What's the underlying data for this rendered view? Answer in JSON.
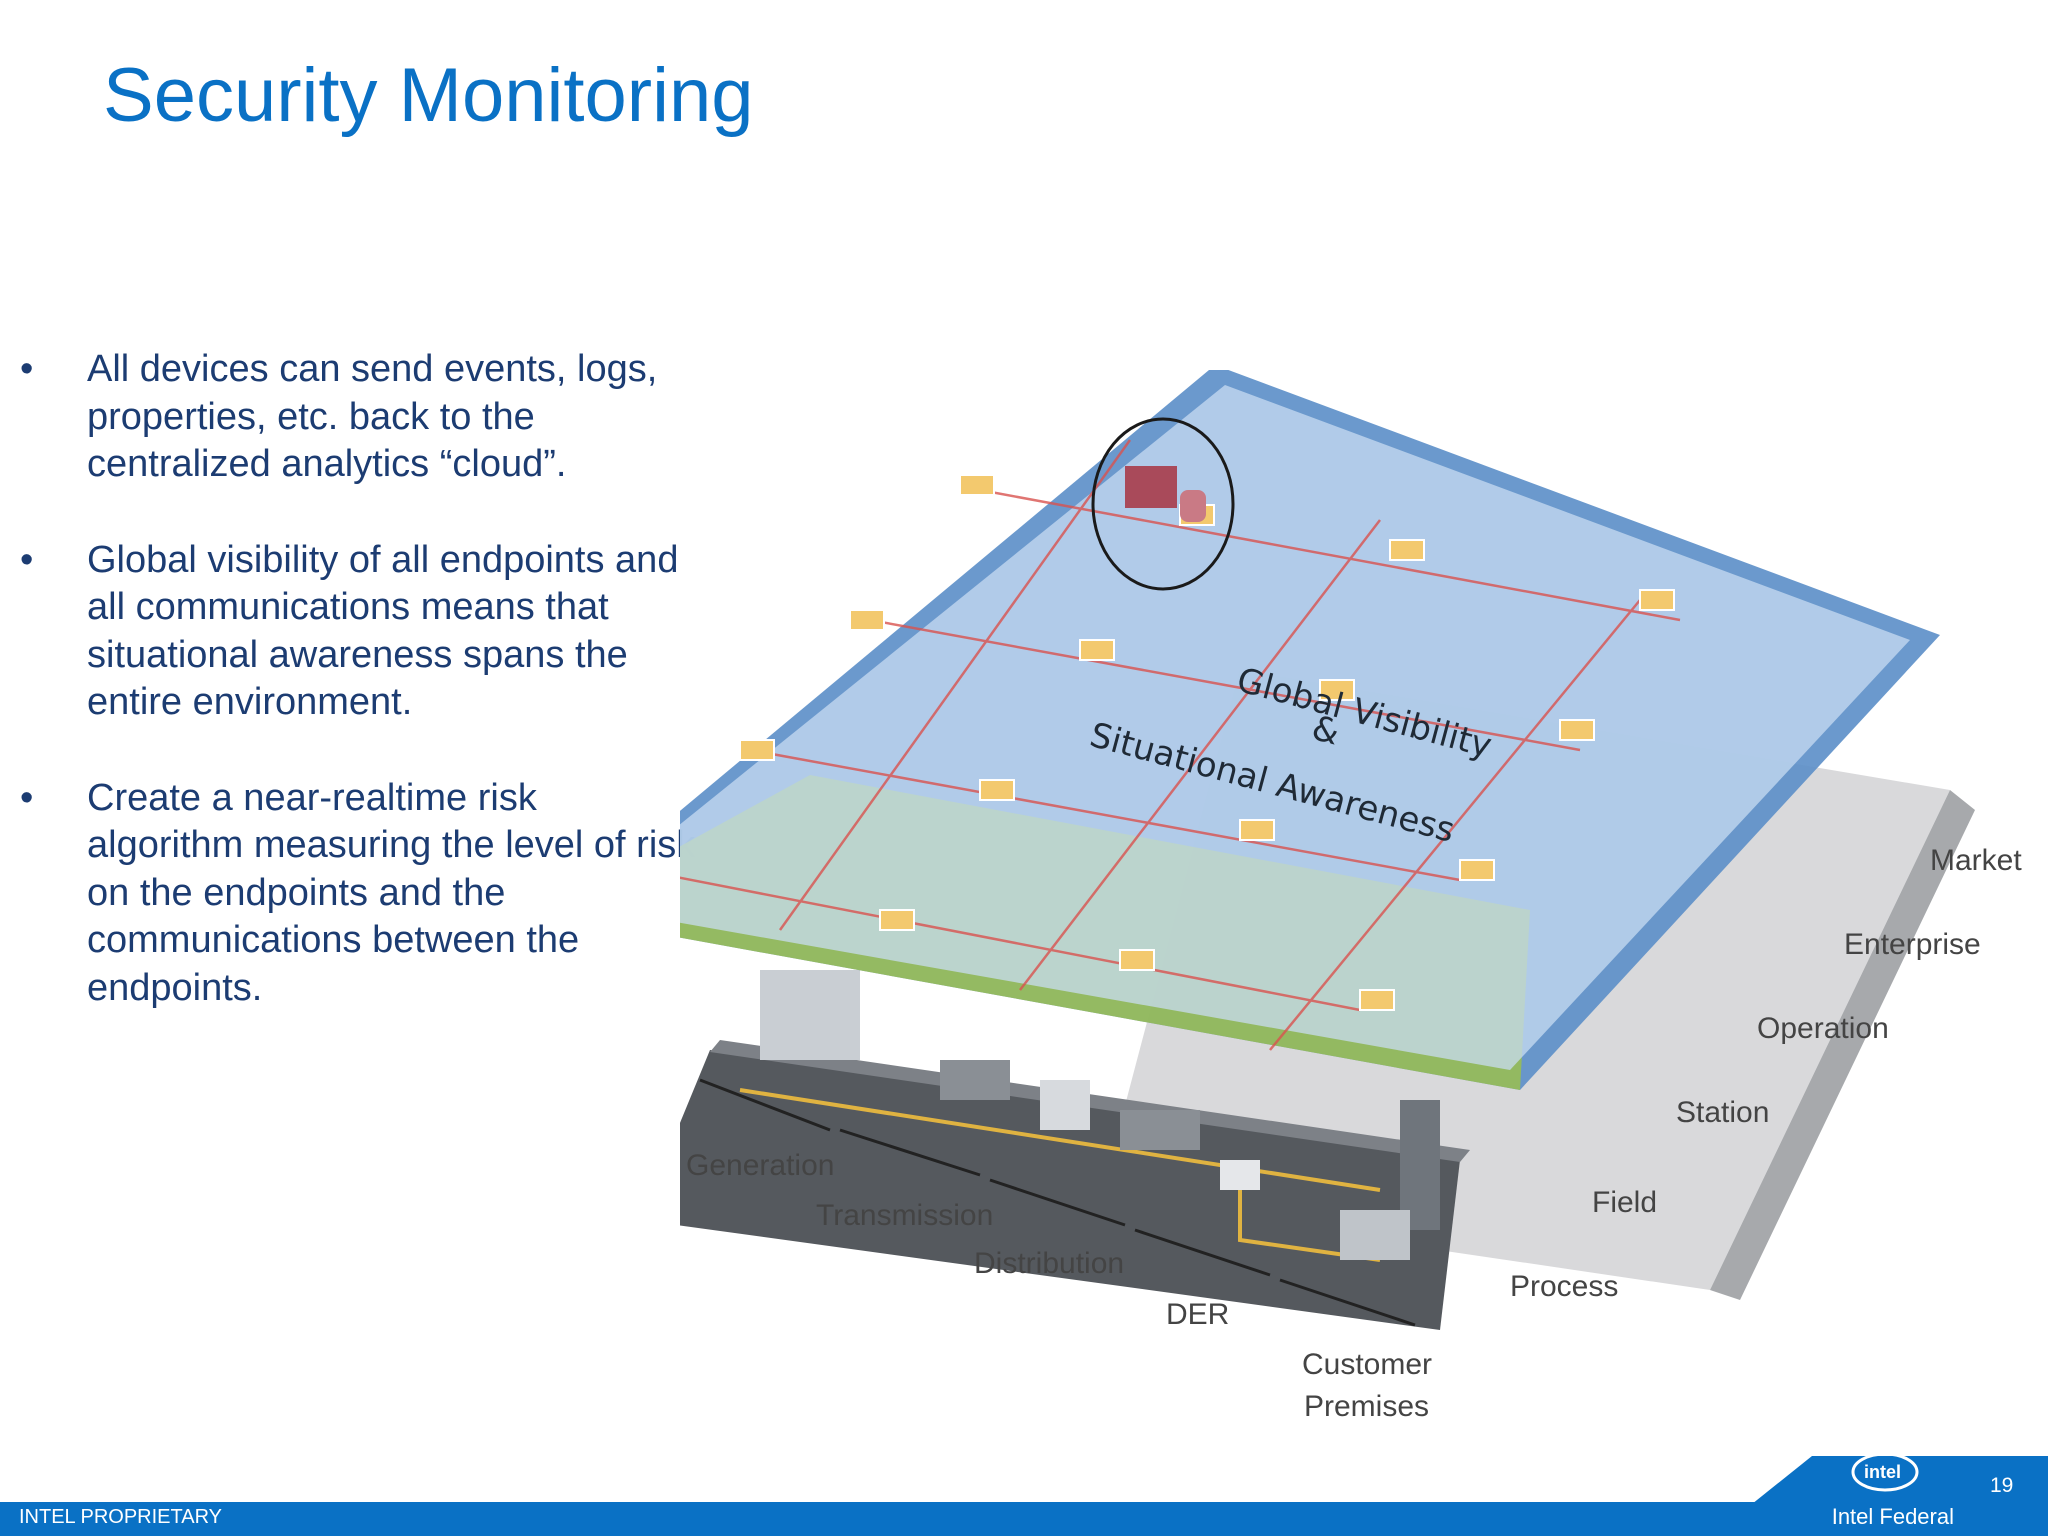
{
  "slide": {
    "title": "Security Monitoring",
    "bullets": [
      "All devices can send events, logs, properties, etc. back to the centralized analytics “cloud”.",
      "Global visibility of all endpoints and all communications means that situational awareness spans the entire environment.",
      "Create a near-realtime risk algorithm measuring the level of risk on the endpoints and the communications between the endpoints."
    ],
    "bullet_symbol": "•"
  },
  "diagram": {
    "overlay_line1": "Global Visibility",
    "overlay_line2": "&",
    "overlay_line3": "Situational Awareness",
    "domains": [
      "Generation",
      "Transmission",
      "Distribution",
      "DER",
      "Customer",
      "Premises"
    ],
    "zones": [
      "Market",
      "Enterprise",
      "Operation",
      "Station",
      "Field",
      "Process"
    ],
    "colors": {
      "blue_layer": "#5b8ec8",
      "green_layer": "#9bbf4f",
      "zone_gray": "#a7a9ac",
      "line_red": "#d9534f"
    }
  },
  "footer": {
    "left": "INTEL PROPRIETARY",
    "right": "Intel Federal",
    "page_number": "19",
    "logo_text": "intel",
    "brand_color": "#0a71c5"
  }
}
